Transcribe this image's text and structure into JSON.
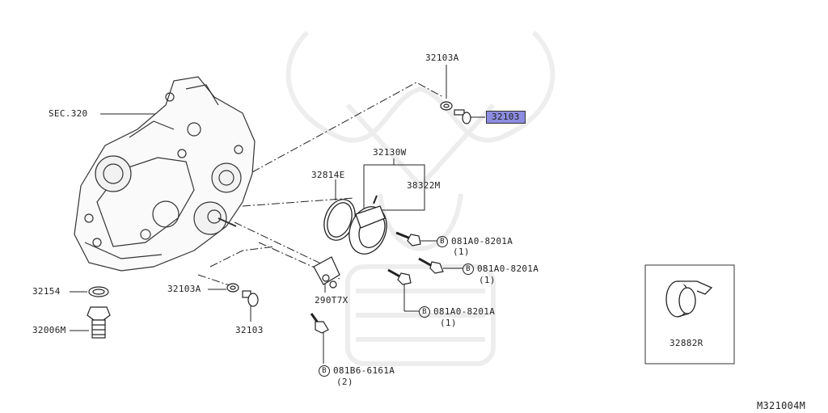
{
  "highlight_color": "#8c8ce0",
  "labels": {
    "sec320": "SEC.320",
    "p32103A_top": "32103A",
    "p32103_top": "32103",
    "p32130W": "32130W",
    "p32814E": "32814E",
    "p38322M": "38322M",
    "bolt1_code": "081A0-8201A",
    "bolt1_qty": "(1)",
    "bolt2_code": "081A0-8201A",
    "bolt2_qty": "(1)",
    "bolt3_code": "081A0-8201A",
    "bolt3_qty": "(1)",
    "bolt4_code": "081B6-6161A",
    "bolt4_qty": "(2)",
    "p32154": "32154",
    "p32006M": "32006M",
    "p32103A_bottom": "32103A",
    "p32103_bottom": "32103",
    "p29017X": "290T7X",
    "p32882R": "32882R",
    "bolt_marker": "B",
    "diagram_code": "M321004M"
  }
}
